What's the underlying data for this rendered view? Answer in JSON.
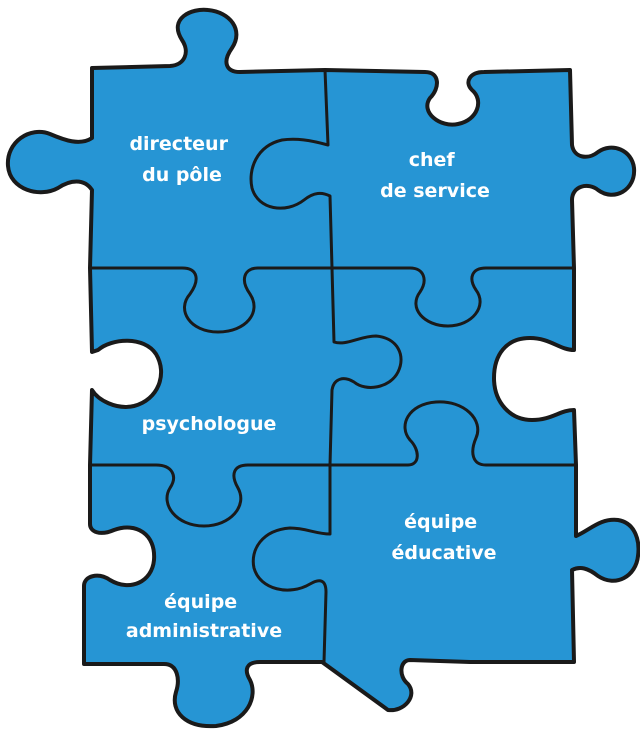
{
  "colors": {
    "piece_fill": "#2695d4",
    "outline": "#1a1a1a",
    "label_text": "#ffffff",
    "background": "#ffffff"
  },
  "pieces": [
    {
      "id": "directeur",
      "lines": [
        "directeur",
        "du pôle"
      ]
    },
    {
      "id": "chef",
      "lines": [
        "chef",
        "de service"
      ]
    },
    {
      "id": "psychologue",
      "lines": [
        "psychologue"
      ]
    },
    {
      "id": "equipe-administrative",
      "lines": [
        "équipe",
        "administrative"
      ]
    },
    {
      "id": "equipe-educative",
      "lines": [
        "équipe",
        "éducative"
      ]
    }
  ]
}
